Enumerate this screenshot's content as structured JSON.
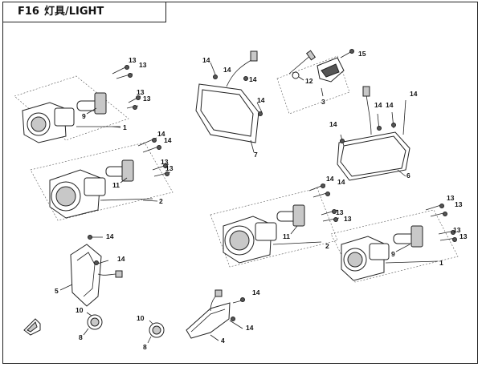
{
  "header": {
    "code": "F16",
    "title": "灯具/LIGHT"
  },
  "callouts": {
    "n1": "1",
    "n2": "2",
    "n3": "3",
    "n4": "4",
    "n5": "5",
    "n6": "6",
    "n7": "7",
    "n8": "8",
    "n9": "9",
    "n10": "10",
    "n11": "11",
    "n12": "12",
    "n13": "13",
    "n14": "14",
    "n15": "15"
  }
}
